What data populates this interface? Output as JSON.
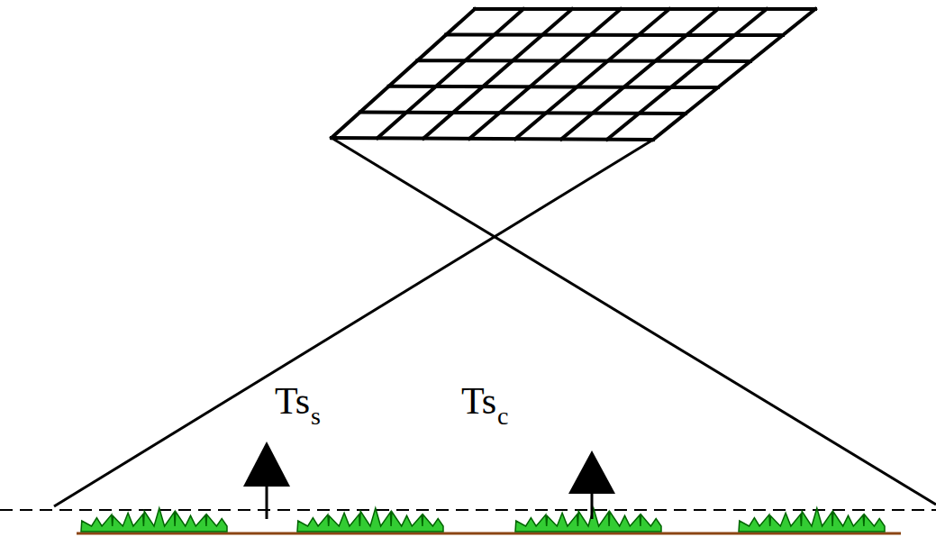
{
  "diagram": {
    "labels": [
      "Ts",
      "s",
      "Ts",
      "c"
    ]
  }
}
